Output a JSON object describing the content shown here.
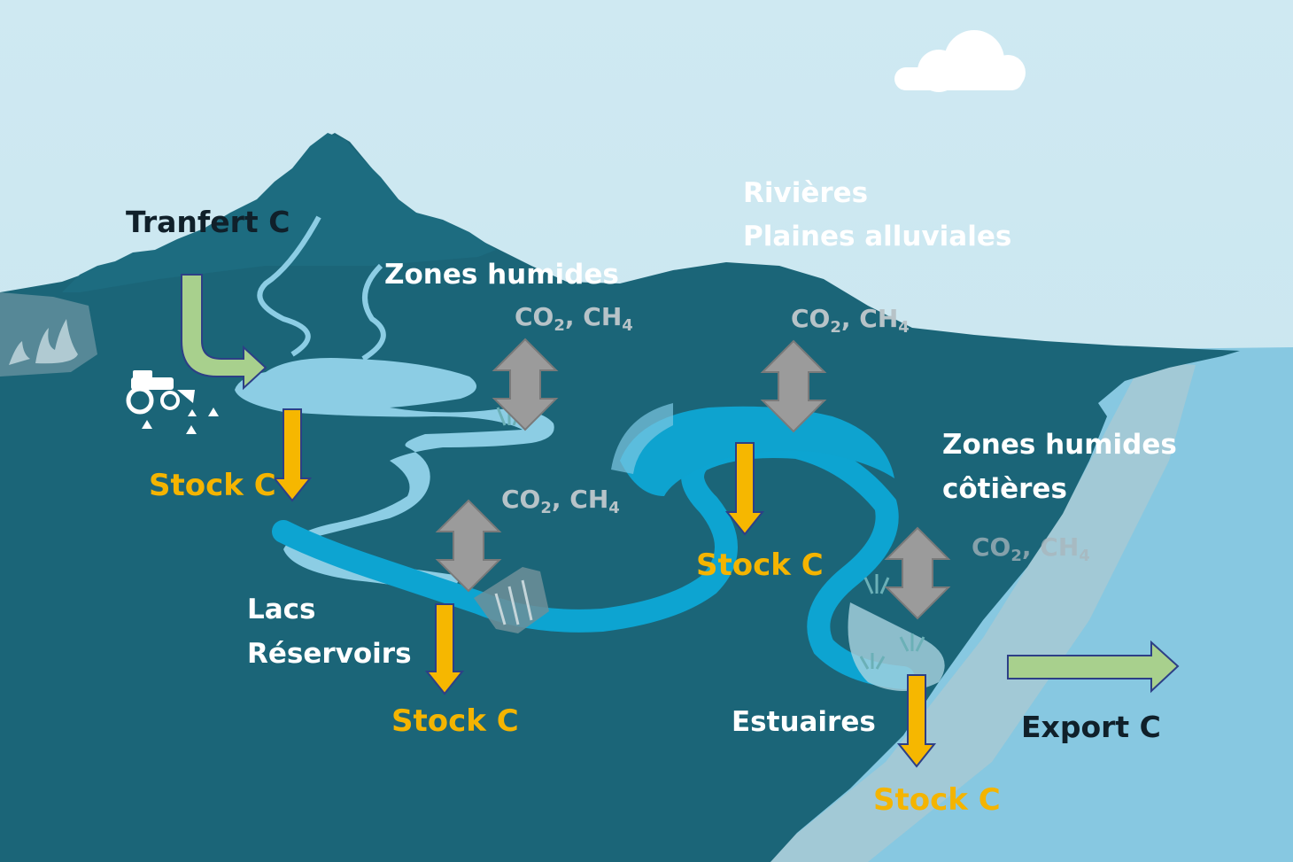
{
  "labels": {
    "transfer": "Tranfert C",
    "wetlands": "Zones humides",
    "rivers": "Rivières",
    "floodplains": "Plaines alluviales",
    "coastal_wetlands_1": "Zones humides",
    "coastal_wetlands_2": "côtières",
    "lakes": "Lacs",
    "reservoirs": "Réservoirs",
    "estuaries": "Estuaires",
    "export": "Export C",
    "stock": "Stock C"
  },
  "gas": {
    "co2": "CO",
    "co2_sub": "2",
    "ch4": "CH",
    "ch4_sub": "4",
    "sep": ", "
  },
  "colors": {
    "sky": "#cde8f1",
    "land": "#1a6478",
    "mountain": "#1b6a7e",
    "water": "#0ea3cf",
    "water_light": "#8ccde4",
    "ocean": "#86c7e0",
    "stock_arrow": "#f6b700",
    "flux_arrow": "#9a9a9a",
    "transfer_arrow": "#a8d08d"
  }
}
